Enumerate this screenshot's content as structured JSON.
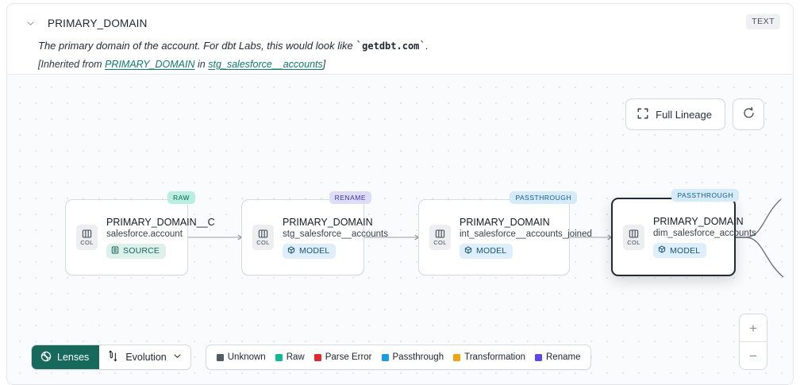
{
  "header": {
    "collapse_icon": "chevron-down-icon",
    "column_name": "PRIMARY_DOMAIN",
    "type_badge": "TEXT",
    "description_prefix": "The primary domain of the account. For dbt Labs, this would look like ",
    "description_code": "getdbt.com",
    "description_suffix": ".",
    "inherited_prefix": "[Inherited from ",
    "inherited_link": "PRIMARY_DOMAIN",
    "inherited_mid": " in ",
    "inherited_source": "stg_salesforce__accounts",
    "inherited_suffix": "]"
  },
  "canvas": {
    "full_lineage_label": "Full Lineage",
    "full_lineage_icon": "expand-icon",
    "refresh_icon": "refresh-icon",
    "zoom_in_label": "+",
    "zoom_out_label": "−"
  },
  "nodes": [
    {
      "tag": "RAW",
      "tag_kind": "raw",
      "icon_label": "COL",
      "icon": "column-icon",
      "name": "PRIMARY_DOMAIN__C",
      "subtitle": "salesforce.account",
      "pill_label": "SOURCE",
      "pill_kind": "source",
      "pill_icon": "database-icon",
      "selected": false
    },
    {
      "tag": "RENAME",
      "tag_kind": "rename",
      "icon_label": "COL",
      "icon": "column-icon",
      "name": "PRIMARY_DOMAIN",
      "subtitle": "stg_salesforce__accounts",
      "pill_label": "MODEL",
      "pill_kind": "model",
      "pill_icon": "cube-icon",
      "selected": false
    },
    {
      "tag": "PASSTHROUGH",
      "tag_kind": "passthrough",
      "icon_label": "COL",
      "icon": "column-icon",
      "name": "PRIMARY_DOMAIN",
      "subtitle": "int_salesforce__accounts_joined",
      "pill_label": "MODEL",
      "pill_kind": "model",
      "pill_icon": "cube-icon",
      "selected": false
    },
    {
      "tag": "PASSTHROUGH",
      "tag_kind": "passthrough",
      "icon_label": "COL",
      "icon": "column-icon",
      "name": "PRIMARY_DOMAIN",
      "subtitle": "dim_salesforce_accounts",
      "pill_label": "MODEL",
      "pill_kind": "model",
      "pill_icon": "cube-icon",
      "selected": true
    }
  ],
  "toolbar": {
    "lenses_label": "Lenses",
    "lenses_icon": "lens-icon",
    "evolution_label": "Evolution",
    "evolution_icon": "evolution-icon",
    "evolution_chevron": "chevron-down-icon"
  },
  "legend": [
    {
      "label": "Unknown",
      "color": "#525a63"
    },
    {
      "label": "Raw",
      "color": "#0fba8e"
    },
    {
      "label": "Parse Error",
      "color": "#e3262f"
    },
    {
      "label": "Passthrough",
      "color": "#1a9de0"
    },
    {
      "label": "Transformation",
      "color": "#efa412"
    },
    {
      "label": "Rename",
      "color": "#5b4ae8"
    }
  ],
  "colors": {
    "accent_teal": "#17695c",
    "link_teal": "#0f7a6e",
    "selected_border": "#222a35"
  }
}
